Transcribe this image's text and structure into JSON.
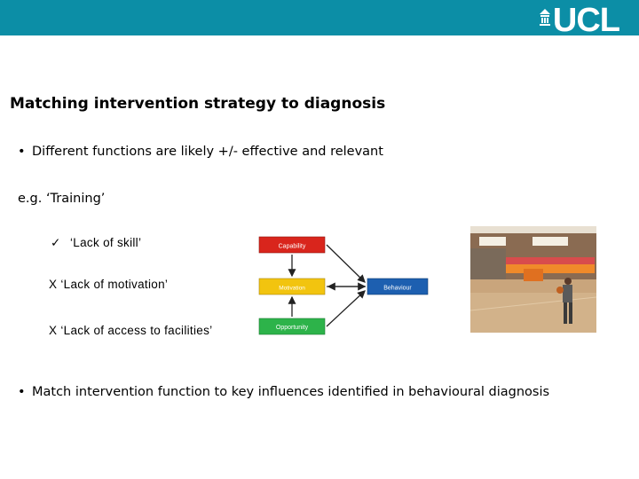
{
  "header": {
    "logo_text": "UCL",
    "color": "#0c8ea6"
  },
  "slide": {
    "title": "Matching intervention strategy to diagnosis",
    "bullet1": "Different functions are likely +/- effective and relevant",
    "example": "e.g. ‘Training’",
    "subitems": [
      {
        "mark": "✓",
        "text": "‘Lack of skill’"
      },
      {
        "mark": "X",
        "text": "‘Lack of motivation’"
      },
      {
        "mark": "X",
        "text": "‘Lack of access to facilities’"
      }
    ],
    "bullet2": "Match intervention function to key influences identified in behavioural diagnosis",
    "bullet_char": "•"
  },
  "diagram": {
    "capability": "Capability",
    "motivation": "Motivation",
    "opportunity": "Opportunity",
    "behaviour": "Behaviour",
    "colors": {
      "capability": "#d9251c",
      "motivation": "#f2c40f",
      "opportunity": "#2db34a",
      "behaviour": "#1d5fb0"
    }
  }
}
